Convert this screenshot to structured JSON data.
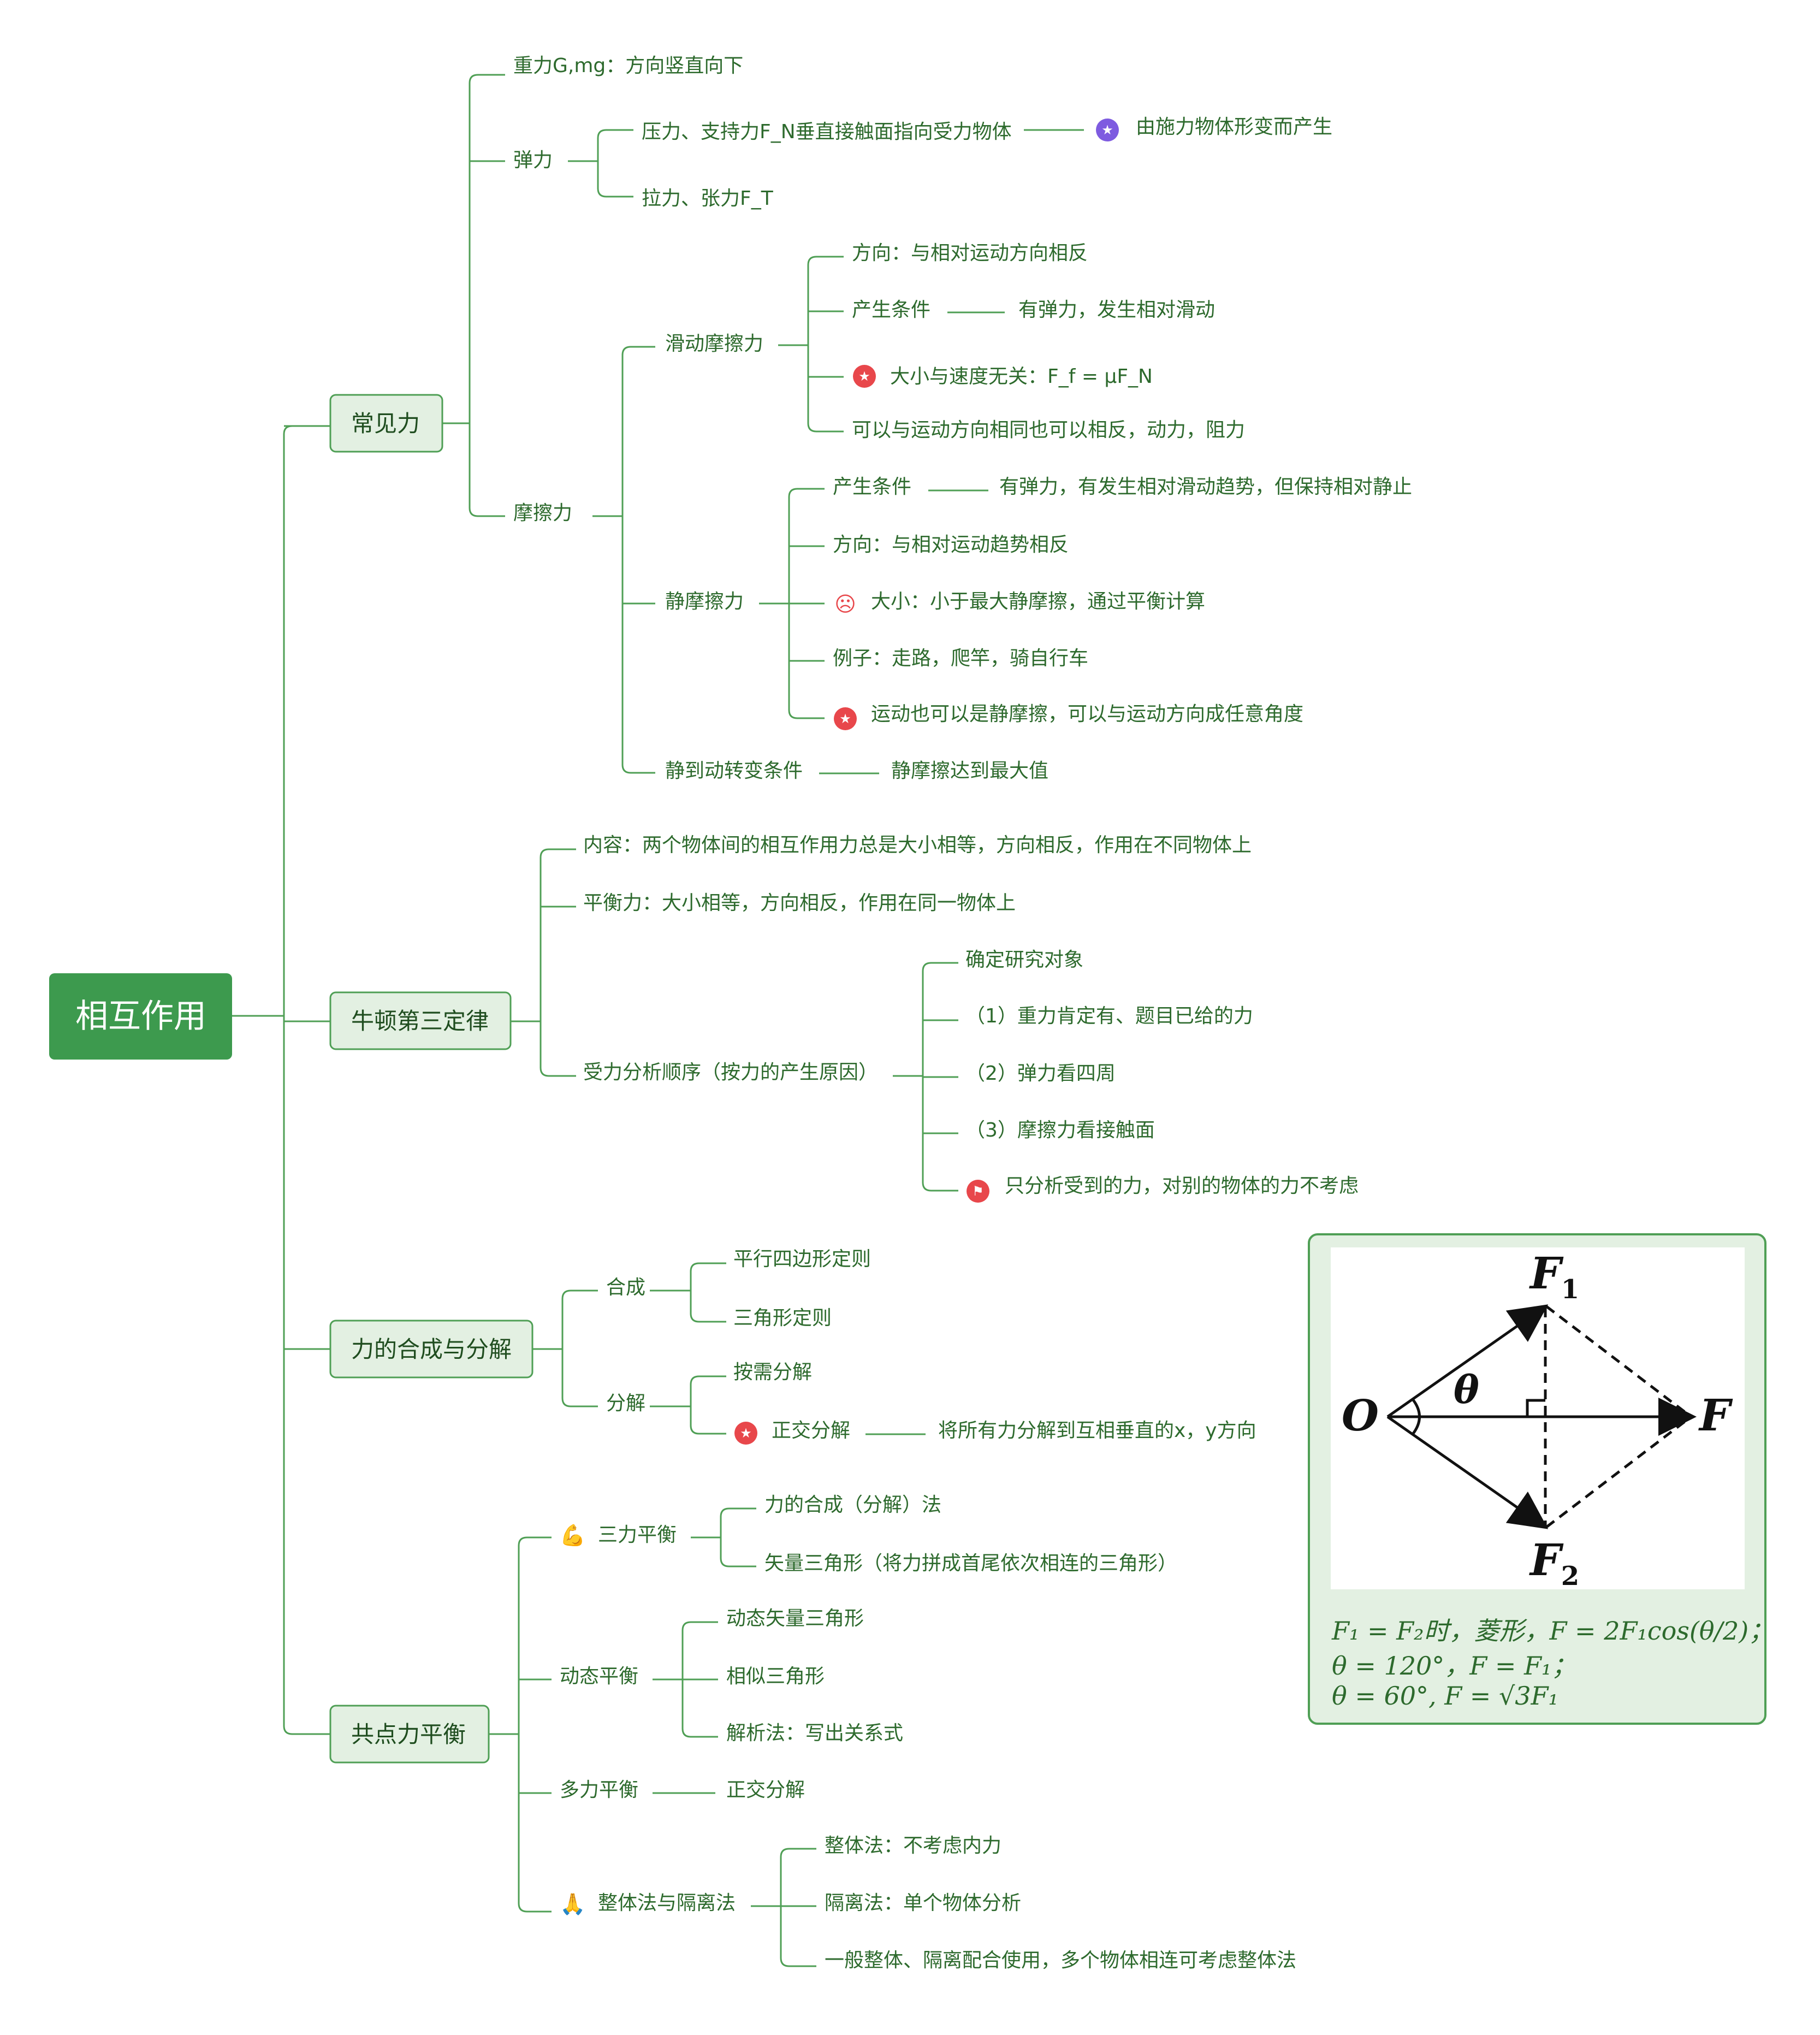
{
  "root": "相互作用",
  "topics": {
    "t1": "常见力",
    "t2": "牛顿第三定律",
    "t3": "力的合成与分解",
    "t4": "共点力平衡"
  },
  "nodes": {
    "gravity": "重力G,mg：方向竖直向下",
    "elastic": "弹力",
    "pressure": "压力、支持力F_N垂直接触面指向受力物体",
    "elastic_origin": "由施力物体形变而产生",
    "tension": "拉力、张力F_T",
    "friction": "摩擦力",
    "sliding": "滑动摩擦力",
    "sliding_dir": "方向：与相对运动方向相反",
    "sliding_cond": "产生条件",
    "sliding_cond_val": "有弹力，发生相对滑动",
    "sliding_size": "大小与速度无关：F_f = μF_N",
    "sliding_note": "可以与运动方向相同也可以相反，动力，阻力",
    "static": "静摩擦力",
    "static_cond": "产生条件",
    "static_cond_val": "有弹力，有发生相对滑动趋势，但保持相对静止",
    "static_dir": "方向：与相对运动趋势相反",
    "static_size": "大小：小于最大静摩擦，通过平衡计算",
    "static_example": "例子：走路，爬竿，骑自行车",
    "static_moving": "运动也可以是静摩擦，可以与运动方向成任意角度",
    "transition": "静到动转变条件",
    "transition_val": "静摩擦达到最大值",
    "n3_content": "内容：两个物体间的相互作用力总是大小相等，方向相反，作用在不同物体上",
    "n3_balance": "平衡力：大小相等，方向相反，作用在同一物体上",
    "n3_order": "受力分析顺序（按力的产生原因）",
    "order1": "确定研究对象",
    "order2": "（1）重力肯定有、题目已给的力",
    "order3": "（2）弹力看四周",
    "order4": "（3）摩擦力看接触面",
    "order5": "只分析受到的力，对别的物体的力不考虑",
    "compose": "合成",
    "parallelogram": "平行四边形定则",
    "triangle_rule": "三角形定则",
    "decompose": "分解",
    "on_demand": "按需分解",
    "orthogonal": "正交分解",
    "orthogonal_val": "将所有力分解到互相垂直的x，y方向",
    "three_force": "三力平衡",
    "tf1": "力的合成（分解）法",
    "tf2": "矢量三角形（将力拼成首尾依次相连的三角形）",
    "dynamic": "动态平衡",
    "dy1": "动态矢量三角形",
    "dy2": "相似三角形",
    "dy3": "解析法：写出关系式",
    "multi": "多力平衡",
    "multi_val": "正交分解",
    "whole": "整体法与隔离法",
    "wh1": "整体法：不考虑内力",
    "wh2": "隔离法：单个物体分析",
    "wh3": "一般整体、隔离配合使用，多个物体相连可考虑整体法"
  },
  "figure": {
    "label_o": "O",
    "label_f1": "F",
    "label_f1_sub": "1",
    "label_f2": "F",
    "label_f2_sub": "2",
    "label_f": "F",
    "label_theta": "θ"
  },
  "note": {
    "line1": "F₁ = F₂时，菱形，F = 2F₁cos(θ/2)；",
    "line2": "θ = 120°，F = F₁；",
    "line3": "θ = 60°, F = √3F₁"
  },
  "icons": {
    "elastic_origin": "star-icon",
    "sliding_size": "star-icon",
    "static_size": "angry-face-icon",
    "static_moving": "star-icon",
    "order5": "flag-icon",
    "orthogonal": "star-icon",
    "three_force": "flexed-arm-icon",
    "whole": "praying-hands-icon"
  },
  "colors": {
    "line": "#4f9f55",
    "root_fill": "#3d9a4e",
    "topic_fill": "#e3f0e2",
    "text": "#2d6a2d"
  }
}
